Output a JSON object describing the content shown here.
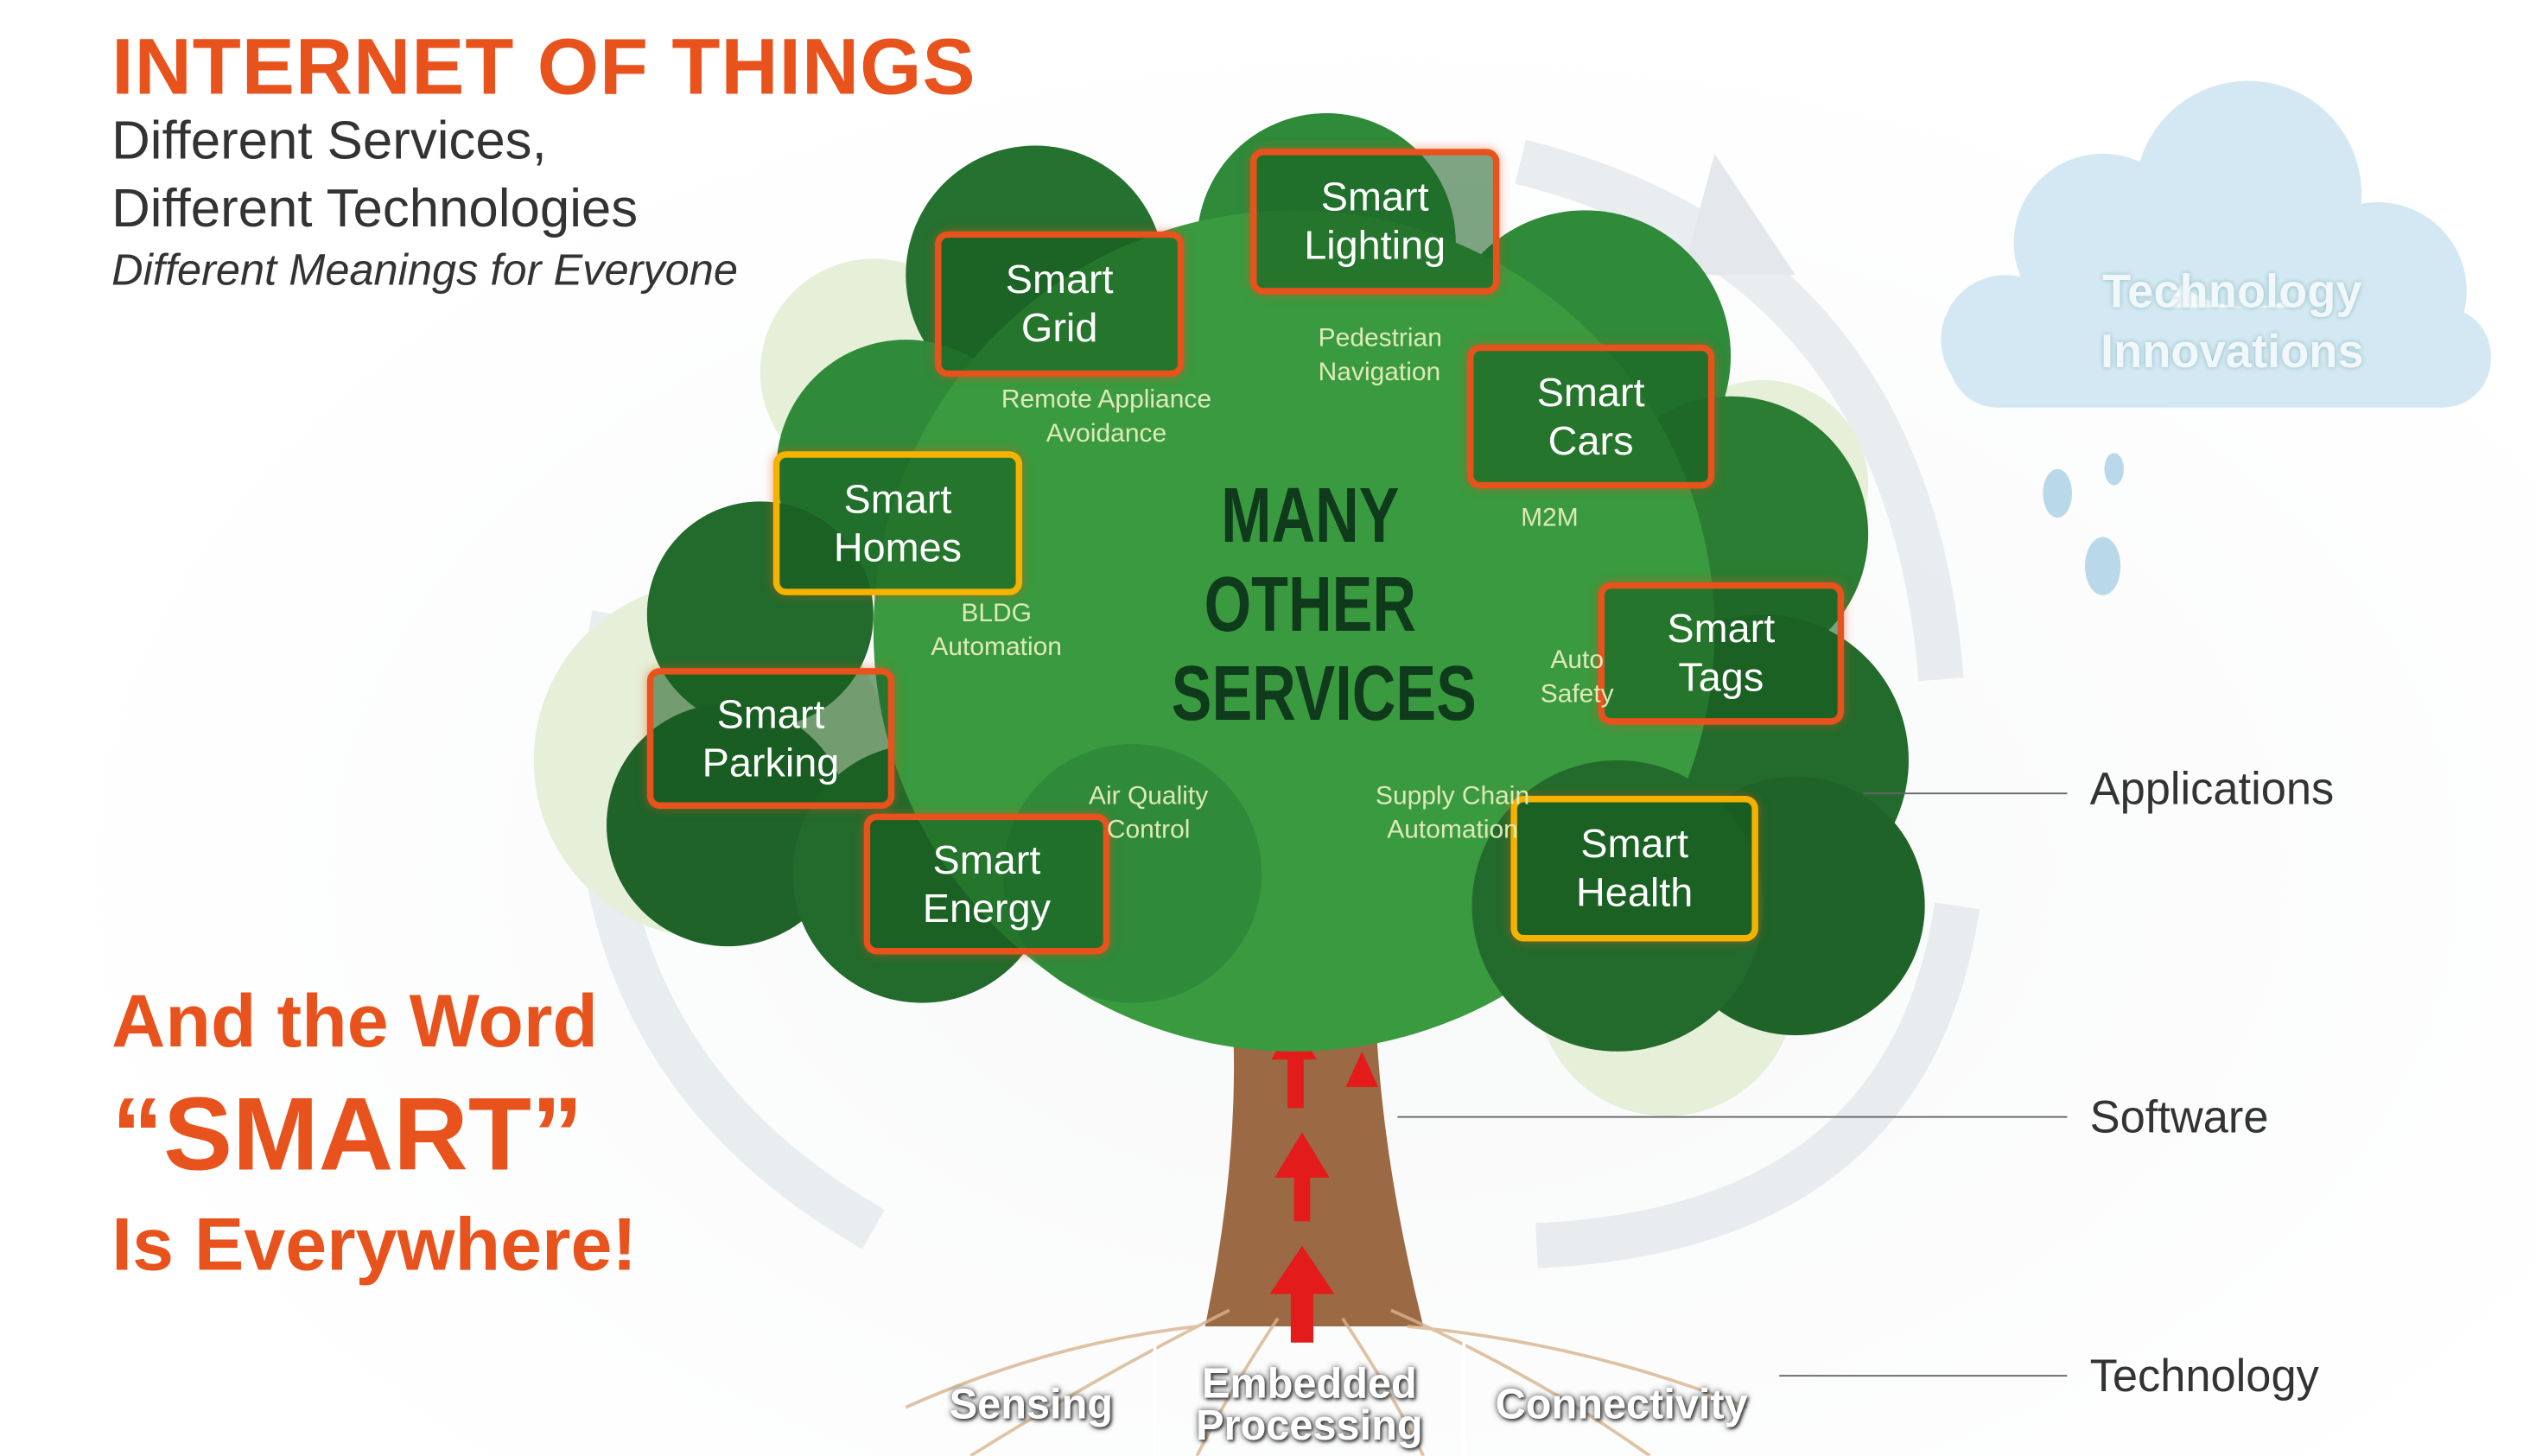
{
  "header": {
    "title": "INTERNET OF THINGS",
    "line1": "Different Services,",
    "line2": "Different Technologies",
    "line3": "Different Meanings for Everyone"
  },
  "tagline": {
    "line1": "And the Word",
    "line2": "“SMART”",
    "line3": "Is Everywhere!"
  },
  "cloud": {
    "line1": "Technology",
    "line2": "Innovations"
  },
  "center": {
    "line1": "MANY",
    "line2": "OTHER",
    "line3": "SERVICES"
  },
  "services": [
    {
      "line1": "Smart",
      "line2": "Grid",
      "color": "#e8521c"
    },
    {
      "line1": "Smart",
      "line2": "Lighting",
      "color": "#e8521c"
    },
    {
      "line1": "Smart",
      "line2": "Cars",
      "color": "#e8521c"
    },
    {
      "line1": "Smart",
      "line2": "Homes",
      "color": "#f6b200"
    },
    {
      "line1": "Smart",
      "line2": "Tags",
      "color": "#e8521c"
    },
    {
      "line1": "Smart",
      "line2": "Parking",
      "color": "#e8521c"
    },
    {
      "line1": "Smart",
      "line2": "Energy",
      "color": "#e8521c"
    },
    {
      "line1": "Smart",
      "line2": "Health",
      "color": "#f6b200"
    }
  ],
  "minor": [
    {
      "line1": "Remote Appliance",
      "line2": "Avoidance"
    },
    {
      "line1": "Pedestrian",
      "line2": "Navigation"
    },
    {
      "line1": "BLDG",
      "line2": "Automation"
    },
    {
      "line1": "M2M",
      "line2": ""
    },
    {
      "line1": "Auto",
      "line2": "Safety"
    },
    {
      "line1": "Air Quality",
      "line2": "Control"
    },
    {
      "line1": "Supply Chain",
      "line2": "Automation"
    }
  ],
  "layers": {
    "applications": "Applications",
    "software": "Software",
    "technology": "Technology"
  },
  "roots": {
    "sensing": "Sensing",
    "embedded1": "Embedded",
    "embedded2": "Processing",
    "connectivity": "Connectivity"
  }
}
